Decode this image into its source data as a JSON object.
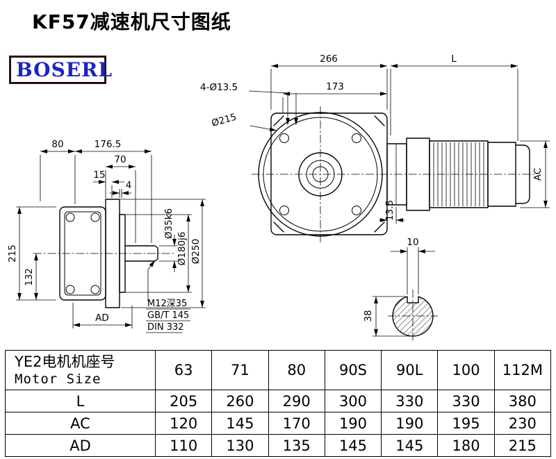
{
  "page": {
    "title": "KF57减速机尺寸图纸",
    "logo_text": "BOSERL"
  },
  "front_view": {
    "dim_width": "266",
    "dim_inner_width": "173",
    "dim_holes": "4-Ø13.5",
    "dim_flange": "Ø215",
    "dim_motor_length": "L",
    "dim_motor_diameter": "AC",
    "dim_step": "13.5"
  },
  "side_view": {
    "dim_80": "80",
    "dim_176_5": "176.5",
    "dim_70": "70",
    "dim_15": "15",
    "dim_4": "4",
    "dim_height": "215",
    "dim_center_height": "132",
    "dim_ad": "AD",
    "dim_shaft_dia": "Ø35k6",
    "dim_spigot_dia": "Ø180j6",
    "dim_flange_dia": "Ø250",
    "note_line1": "M12深35",
    "note_line2": "GB/T 145",
    "note_line3": "DIN 332"
  },
  "section_view": {
    "dim_key_width": "10",
    "dim_height": "38"
  },
  "table": {
    "header_cn": "YE2电机机座号",
    "header_en": "Motor Size",
    "columns": [
      "63",
      "71",
      "80",
      "90S",
      "90L",
      "100",
      "112M"
    ],
    "rows": [
      {
        "label": "L",
        "values": [
          "205",
          "260",
          "290",
          "300",
          "330",
          "330",
          "380"
        ]
      },
      {
        "label": "AC",
        "values": [
          "120",
          "145",
          "170",
          "190",
          "190",
          "195",
          "230"
        ]
      },
      {
        "label": "AD",
        "values": [
          "110",
          "130",
          "135",
          "145",
          "145",
          "180",
          "215"
        ]
      }
    ]
  }
}
